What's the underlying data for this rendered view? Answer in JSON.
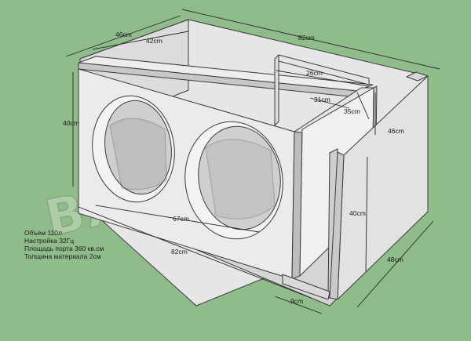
{
  "watermark": "BASSBOX.RU",
  "dimensions": {
    "top_depth": "46cm",
    "top_width": "82cm",
    "inner_depth": "42cm",
    "height_left": "40cm",
    "port_top": "26cm",
    "port_inner": "31cm",
    "port_depth": "35cm",
    "right_depth": "46cm",
    "height_right": "40cm",
    "inner_width": "67cm",
    "bottom_width": "82cm",
    "port_width": "9cm",
    "side_depth": "48cm"
  },
  "specs": [
    "Объем 110л",
    "Настройка 32Гц",
    "Площадь порта 360 кв.см",
    "Толщина материала 2см"
  ],
  "colors": {
    "background": "#8fbc8a",
    "panel_light": "#e9e9e9",
    "panel_mid": "#d2d2d2",
    "panel_dark": "#b4b4b4"
  }
}
